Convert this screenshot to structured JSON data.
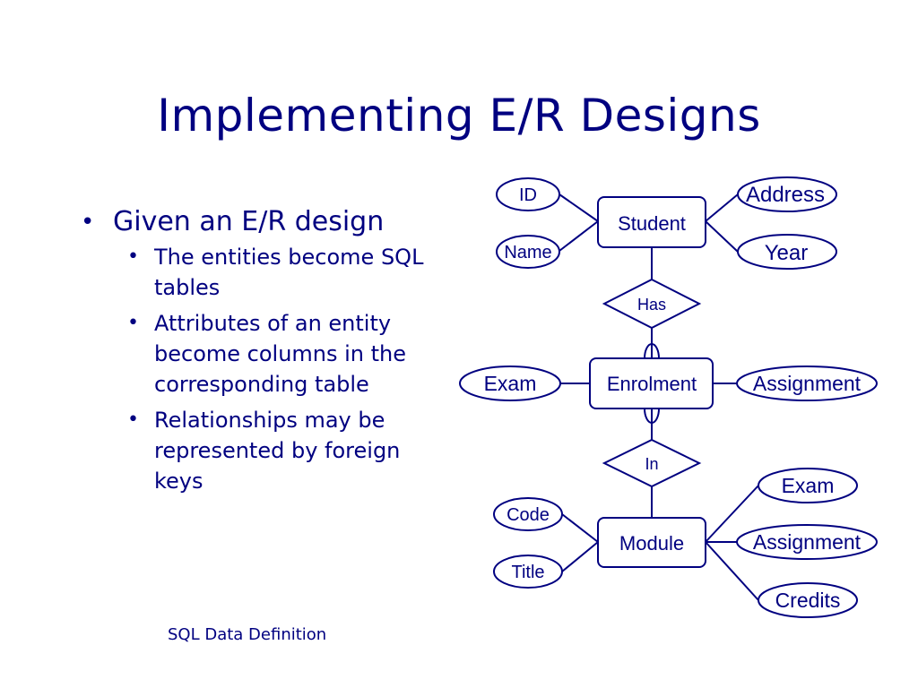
{
  "slide": {
    "title": "Implementing E/R Designs",
    "footer": "SQL Data Definition"
  },
  "bullets": {
    "main": "Given an E/R design",
    "sub": [
      "The entities become SQL tables",
      "Attributes of an entity become columns in the corresponding table",
      "Relationships may be represented by foreign keys"
    ]
  },
  "diagram": {
    "color": "#000080",
    "entities": {
      "student": "Student",
      "enrolment": "Enrolment",
      "module": "Module"
    },
    "relationships": {
      "has": "Has",
      "in": "In"
    },
    "attributes": {
      "student_id": "ID",
      "student_name": "Name",
      "student_address": "Address",
      "student_year": "Year",
      "enrolment_exam": "Exam",
      "enrolment_assignment": "Assignment",
      "module_code": "Code",
      "module_title": "Title",
      "module_exam": "Exam",
      "module_assignment": "Assignment",
      "module_credits": "Credits"
    }
  }
}
